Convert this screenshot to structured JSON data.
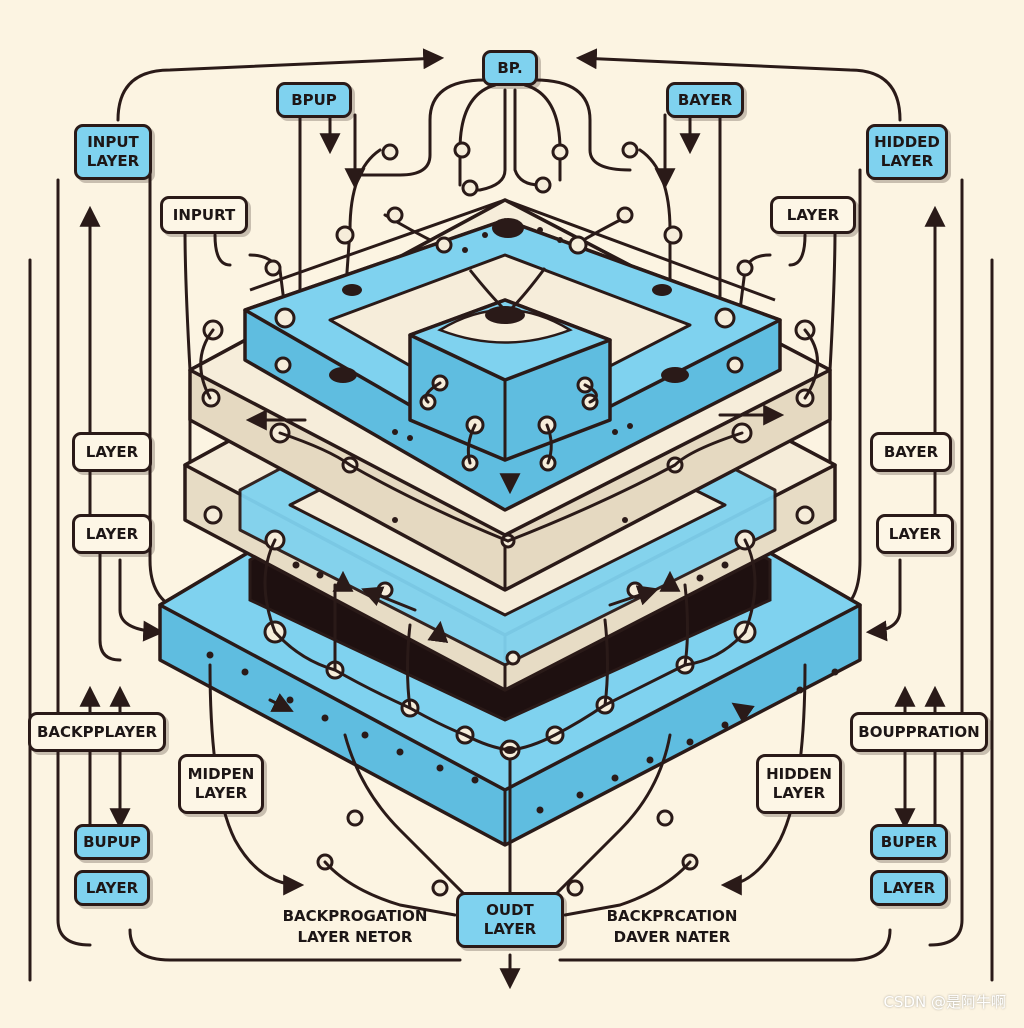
{
  "diagram": {
    "labels": {
      "top_center": "BP.",
      "top_left": "BPUP",
      "top_right": "BAYER",
      "left_top": "INPUT\nLAYER",
      "right_top": "HIDDED\nLAYER",
      "inner_left": "INPURT",
      "inner_right": "LAYER",
      "left_mid1": "LAYER",
      "left_mid2": "LAYER",
      "right_mid1": "BAYER",
      "right_mid2": "LAYER",
      "left_bottom_wide": "BACKPPLAYER",
      "right_bottom_wide": "BOUPPRATION",
      "left_lower_inner": "MIDPEN\nLAYER",
      "right_lower_inner": "HIDDEN\nLAYER",
      "bottom_left1": "BUPUP",
      "bottom_left2": "LAYER",
      "bottom_right1": "BUPER",
      "bottom_right2": "LAYER",
      "output": "OUDT\nLAYER",
      "caption_left": "BACKPROGATION\nLAYER NETOR",
      "caption_right": "BACKPRCATION\nDAVER NATER"
    },
    "colors": {
      "background": "#fcf4e2",
      "layer_blue": "#7fd2ef",
      "layer_cream": "#f5ecd9",
      "ink": "#2a1a18"
    }
  },
  "watermark": "CSDN @是阿牛啊"
}
